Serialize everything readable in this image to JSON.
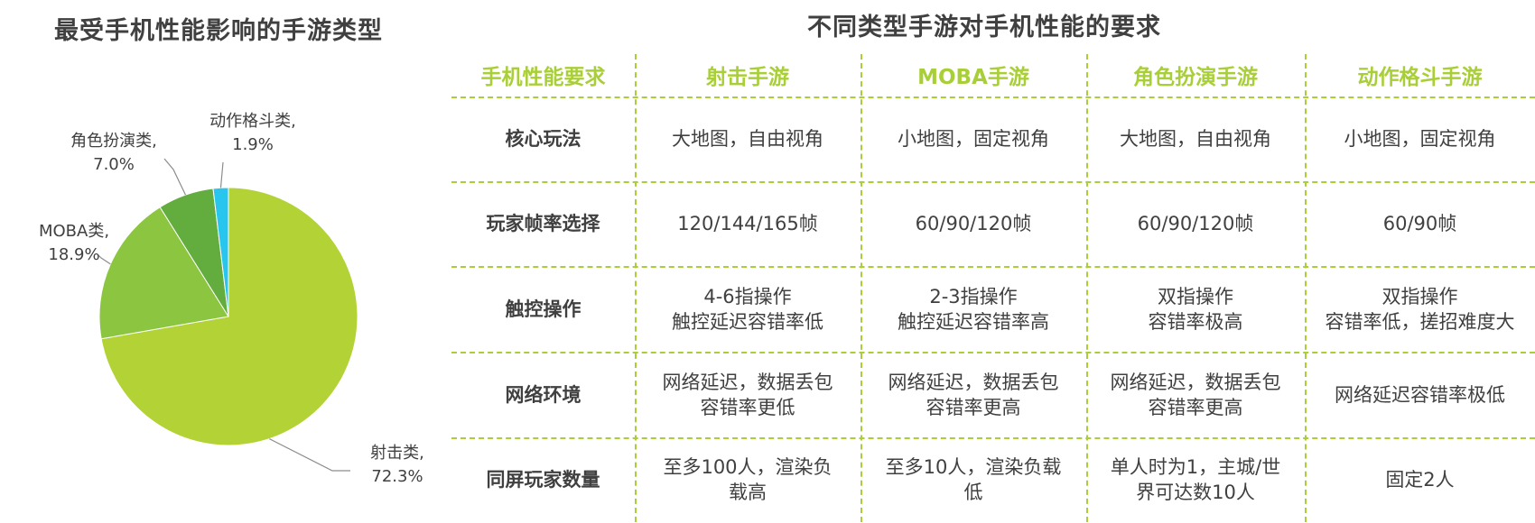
{
  "colors": {
    "accent": "#a9cf38",
    "text": "#404040",
    "slice_shooting": "#b2d235",
    "slice_moba": "#8cc540",
    "slice_rpg": "#63ad3f",
    "slice_fighting": "#28c6ee"
  },
  "left_title": "最受手机性能影响的手游类型",
  "right_title": "不同类型手游对手机性能的要求",
  "chart_data": {
    "type": "pie",
    "title": "最受手机性能影响的手游类型",
    "slices": [
      {
        "label": "射击类,",
        "value": 72.3,
        "display": "72.3%"
      },
      {
        "label": "MOBA类,",
        "value": 18.9,
        "display": "18.9%"
      },
      {
        "label": "角色扮演类,",
        "value": 7.0,
        "display": "7.0%"
      },
      {
        "label": "动作格斗类,",
        "value": 1.9,
        "display": "1.9%"
      }
    ]
  },
  "table": {
    "headers": [
      "手机性能要求",
      "射击手游",
      "MOBA手游",
      "角色扮演手游",
      "动作格斗手游"
    ],
    "rows": [
      {
        "label": "核心玩法",
        "cells": [
          "大地图，自由视角",
          "小地图，固定视角",
          "大地图，自由视角",
          "小地图，固定视角"
        ]
      },
      {
        "label": "玩家帧率选择",
        "cells": [
          "120/144/165帧",
          "60/90/120帧",
          "60/90/120帧",
          "60/90帧"
        ]
      },
      {
        "label": "触控操作",
        "cells": [
          "4-6指操作\n触控延迟容错率低",
          "2-3指操作\n触控延迟容错率高",
          "双指操作\n容错率极高",
          "双指操作\n容错率低，搓招难度大"
        ]
      },
      {
        "label": "网络环境",
        "cells": [
          "网络延迟，数据丢包\n容错率更低",
          "网络延迟，数据丢包\n容错率更高",
          "网络延迟，数据丢包\n容错率更高",
          "网络延迟容错率极低"
        ]
      },
      {
        "label": "同屏玩家数量",
        "cells": [
          "至多100人，渲染负\n载高",
          "至多10人，渲染负载\n低",
          "单人时为1，主城/世\n界可达数10人",
          "固定2人"
        ]
      }
    ]
  }
}
